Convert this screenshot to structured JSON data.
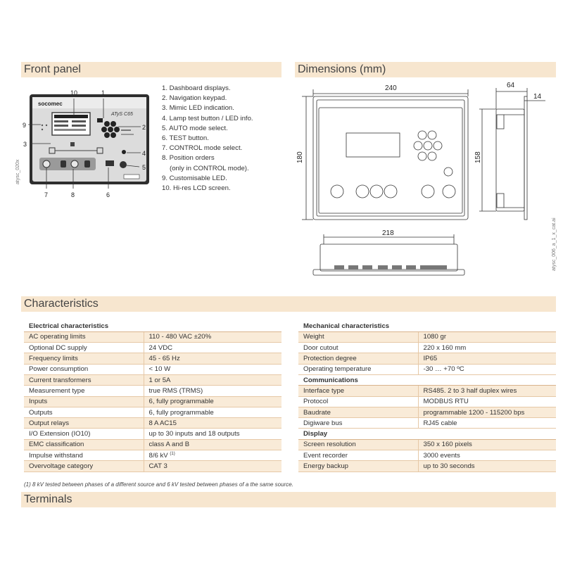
{
  "sections": {
    "front_panel": "Front panel",
    "dimensions": "Dimensions (mm)",
    "characteristics": "Characteristics",
    "terminals": "Terminals"
  },
  "front_panel": {
    "brand": "socomec",
    "model": "ATyS C65",
    "callouts": [
      "10",
      "1",
      "2",
      "3",
      "4",
      "5",
      "6",
      "7",
      "8",
      "9"
    ],
    "legend": [
      "1. Dashboard displays.",
      "2. Navigation keypad.",
      "3. Mimic LED indication.",
      "4. Lamp test button / LED info.",
      "5. AUTO mode select.",
      "6. TEST button.",
      "7. CONTROL mode select.",
      "8. Position orders",
      "(only in CONTROL mode).",
      "9. Customisable LED.",
      "10. Hi-res LCD screen."
    ],
    "image_ref": "atysc_020x"
  },
  "dimensions": {
    "width": "240",
    "height": "180",
    "depth": "64",
    "depth_small": "14",
    "side_height": "158",
    "bottom_width": "218",
    "image_ref": "atysc_006_a_1_x_cat.ai"
  },
  "electrical": {
    "title": "Electrical characteristics",
    "rows": [
      [
        "AC operating limits",
        "110 - 480 VAC ±20%"
      ],
      [
        "Optional DC supply",
        "24 VDC"
      ],
      [
        "Frequency limits",
        "45 - 65 Hz"
      ],
      [
        "Power consumption",
        "< 10 W"
      ],
      [
        "Current transformers",
        "1 or 5A"
      ],
      [
        "Measurement type",
        "true RMS (TRMS)"
      ],
      [
        "Inputs",
        "6, fully programmable"
      ],
      [
        "Outputs",
        "6, fully programmable"
      ],
      [
        "Output relays",
        "8 A AC15"
      ],
      [
        "I/O Extension (IO10)",
        "up to 30 inputs and 18 outputs"
      ],
      [
        "EMC classification",
        "class A and B"
      ],
      [
        "Impulse withstand",
        "8/6 kV"
      ],
      [
        "Overvoltage category",
        "CAT 3"
      ]
    ],
    "impulse_sup": "(1)"
  },
  "mechanical": {
    "title": "Mechanical characteristics",
    "rows": [
      [
        "Weight",
        "1080 gr"
      ],
      [
        "Door cutout",
        "220 x 160 mm"
      ],
      [
        "Protection degree",
        "IP65"
      ],
      [
        "Operating temperature",
        "-30 … +70 ºC"
      ]
    ]
  },
  "communications": {
    "title": "Communications",
    "rows": [
      [
        "Interface type",
        "RS485. 2 to 3 half duplex wires"
      ],
      [
        "Protocol",
        "MODBUS RTU"
      ],
      [
        "Baudrate",
        "programmable 1200 - 115200 bps"
      ],
      [
        "Digiware bus",
        "RJ45 cable"
      ]
    ]
  },
  "display": {
    "title": "Display",
    "rows": [
      [
        "Screen resolution",
        "350 x 160 pixels"
      ],
      [
        "Event recorder",
        "3000 events"
      ],
      [
        "Energy backup",
        "up to 30 seconds"
      ]
    ]
  },
  "footnote": "(1) 8 kV tested between phases of a different source and 6 kV tested between phases of a the same source.",
  "colors": {
    "section_bg": "#f7e6cf",
    "row_alt": "#f9ebd8",
    "border": "#e6c8a6",
    "panel_dark": "#3a3a3a"
  }
}
